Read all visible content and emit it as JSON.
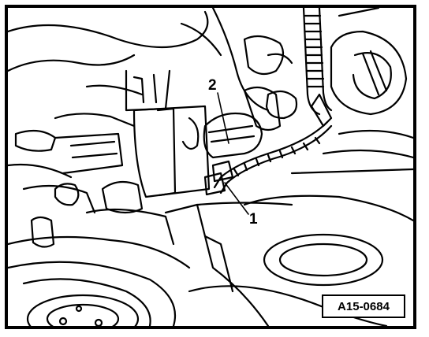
{
  "callouts": {
    "label_1": "1",
    "label_2": "2"
  },
  "figure_reference": "A15-0684",
  "colors": {
    "line": "#000000",
    "background": "#ffffff"
  }
}
